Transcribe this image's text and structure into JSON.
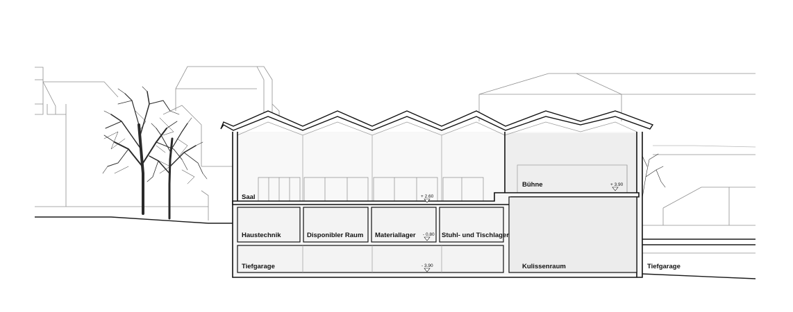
{
  "rooms": {
    "saal": "Saal",
    "buehne": "Bühne",
    "haustechnik": "Haustechnik",
    "disponibler_raum": "Disponibler Raum",
    "materiallager": "Materiallager",
    "stuhl_tischlager": "Stuhl- und Tischlager",
    "tiefgarage_left": "Tiefgarage",
    "kulissenraum": "Kulissenraum",
    "tiefgarage_right": "Tiefgarage"
  },
  "levels": {
    "saal_level": "+ 2.60",
    "buehne_level": "+ 3.90",
    "basement_level": "- 0.80",
    "garage_level": "- 3.90"
  }
}
